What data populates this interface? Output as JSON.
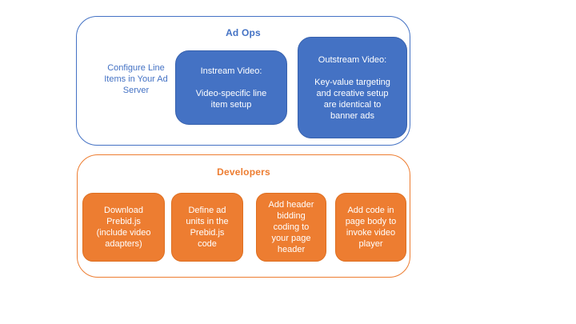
{
  "colors": {
    "blue_fill": "#4472C4",
    "blue_border": "#3761AD",
    "orange_fill": "#ED7D31",
    "orange_border": "#DE6F20",
    "box_text": "#ffffff",
    "background": "#ffffff"
  },
  "ad_ops": {
    "title": "Ad Ops",
    "note": "Configure Line\nItems in Your Ad\nServer",
    "boxes": [
      {
        "text": "Instream Video:\n\nVideo-specific line\nitem setup"
      },
      {
        "text": "Outstream Video:\n\nKey-value targeting\nand creative setup\nare identical to\nbanner ads"
      }
    ]
  },
  "developers": {
    "title": "Developers",
    "boxes": [
      {
        "text": "Download\nPrebid.js\n(include video\nadapters)"
      },
      {
        "text": "Define ad\nunits in the\nPrebid.js\ncode"
      },
      {
        "text": "Add header\nbidding\ncoding to\nyour page\nheader"
      },
      {
        "text": "Add code in\npage body to\ninvoke video\nplayer"
      }
    ]
  }
}
